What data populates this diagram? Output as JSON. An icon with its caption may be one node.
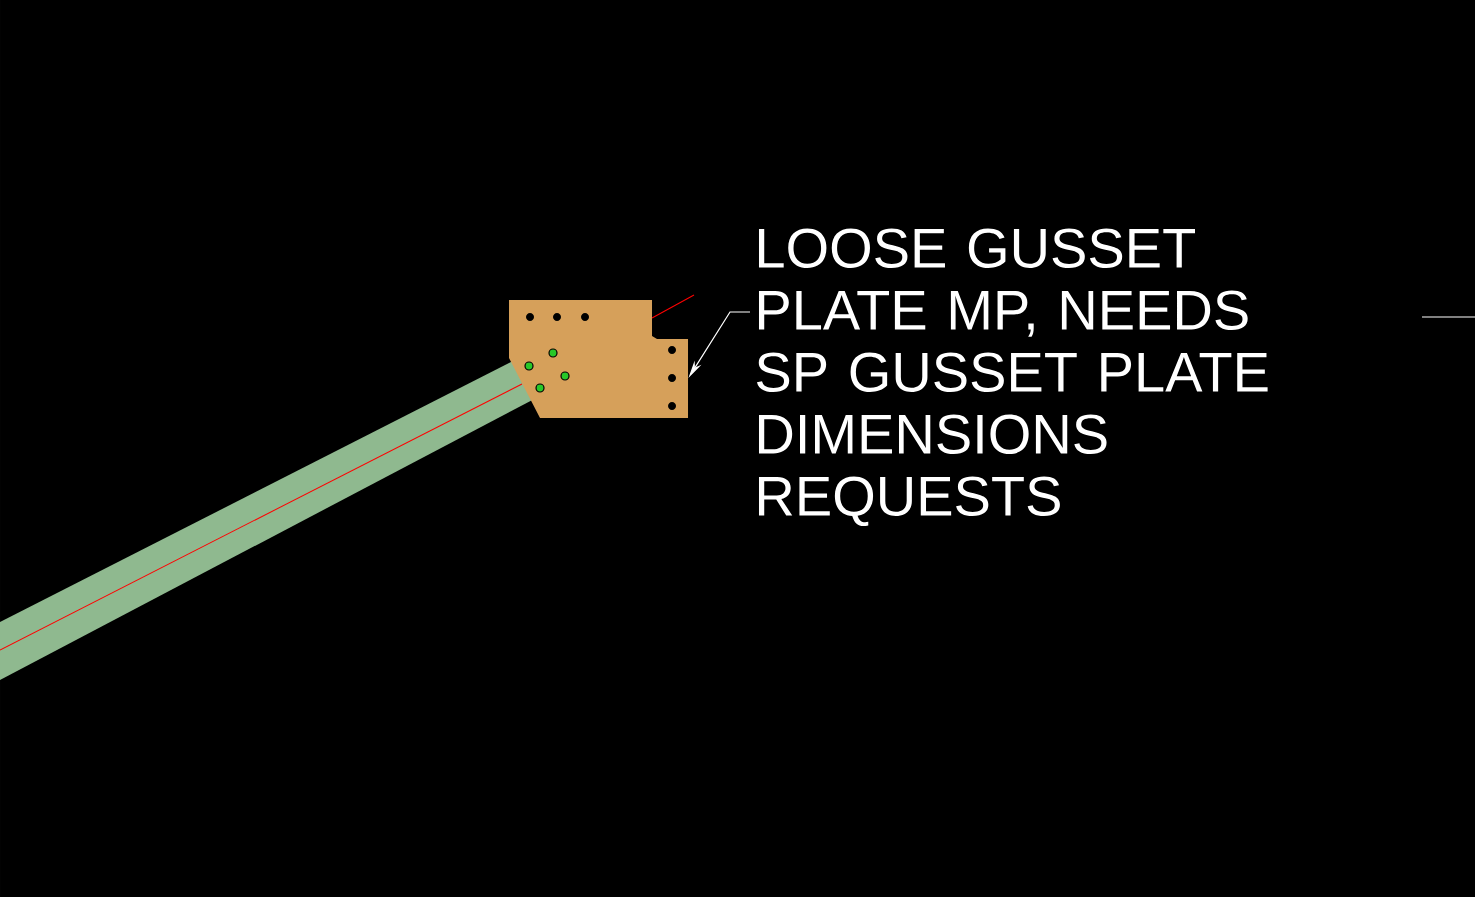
{
  "diagram": {
    "nodes": [
      {
        "text": [
          "LOOSE GUSSET PLATE MP, NEEDS SP GUSSET PLATE DIMENSIONS REQUESTS"
        ]
      },
      {
        "text": [],
        "shape": "box"
      }
    ],
    "edges": [
      {
        "from": 0,
        "to": 1,
        "arrow": "to"
      }
    ]
  }
}
